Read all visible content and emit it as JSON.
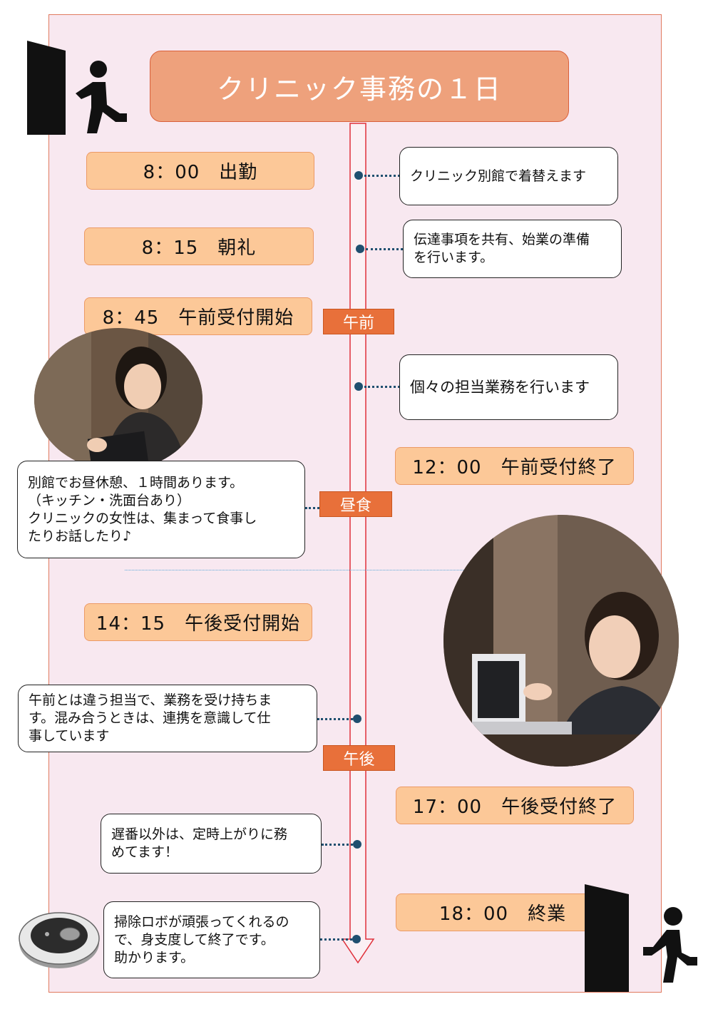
{
  "title": "クリニック事務の１日",
  "times": {
    "t0800": "8：00　出勤",
    "t0815": "8：15　朝礼",
    "t0845": "8：45　午前受付開始",
    "t1200": "12：00　午前受付終了",
    "t1415": "14：15　午後受付開始",
    "t1700": "17：00　午後受付終了",
    "t1800": "18：00　終業"
  },
  "sections": {
    "morning": "午前",
    "lunch": "昼食",
    "afternoon": "午後"
  },
  "notes": {
    "change": "クリニック別館で着替えます",
    "meeting": "伝達事項を共有、始業の準備\nを行います。",
    "tasks": "個々の担当業務を行います",
    "lunch": "別館でお昼休憩、１時間あります。\n（キッチン・洗面台あり）\nクリニックの女性は、集まって食事し\nたりお話したり♪",
    "afternoon": "午前とは違う担当で、業務を受け持ちま\nす。混み合うときは、連携を意識して仕\n事しています",
    "shift": "遅番以外は、定時上がりに務\nめてます！",
    "robot": "掃除ロボが頑張ってくれるの\nで、身支度して終了です。\n助かります。"
  },
  "colors": {
    "panel": "#f8e8f0",
    "title_box": "#eea17c",
    "time_box": "#fcc898",
    "section_label": "#e8703a",
    "timeline_border": "#e0303a",
    "connector": "#1f4f6f"
  },
  "icons": {
    "arrive": "person-walking-in-icon",
    "leave": "person-walking-out-icon",
    "robot": "robot-vacuum-icon"
  }
}
